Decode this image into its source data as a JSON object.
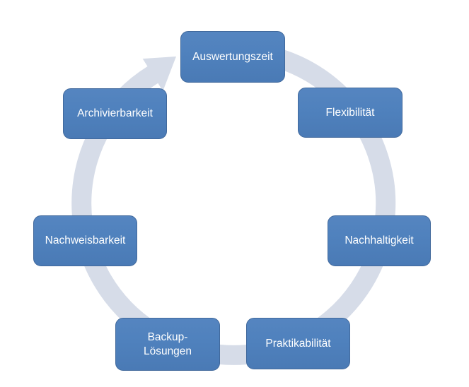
{
  "diagram": {
    "type": "cycle",
    "direction": "clockwise",
    "items": [
      {
        "label": "Auswertungszeit"
      },
      {
        "label": "Flexibilität"
      },
      {
        "label": "Nachhaltigkeit"
      },
      {
        "label": "Praktikabilität"
      },
      {
        "label": "Backup-\nLösungen"
      },
      {
        "label": "Nachweisbarkeit"
      },
      {
        "label": "Archivierbarkeit"
      }
    ],
    "colors": {
      "node_fill": "#4f81bd",
      "node_border": "#41699c",
      "node_text": "#ffffff",
      "arrow_band": "#d6dce8",
      "background": "#ffffff"
    }
  }
}
